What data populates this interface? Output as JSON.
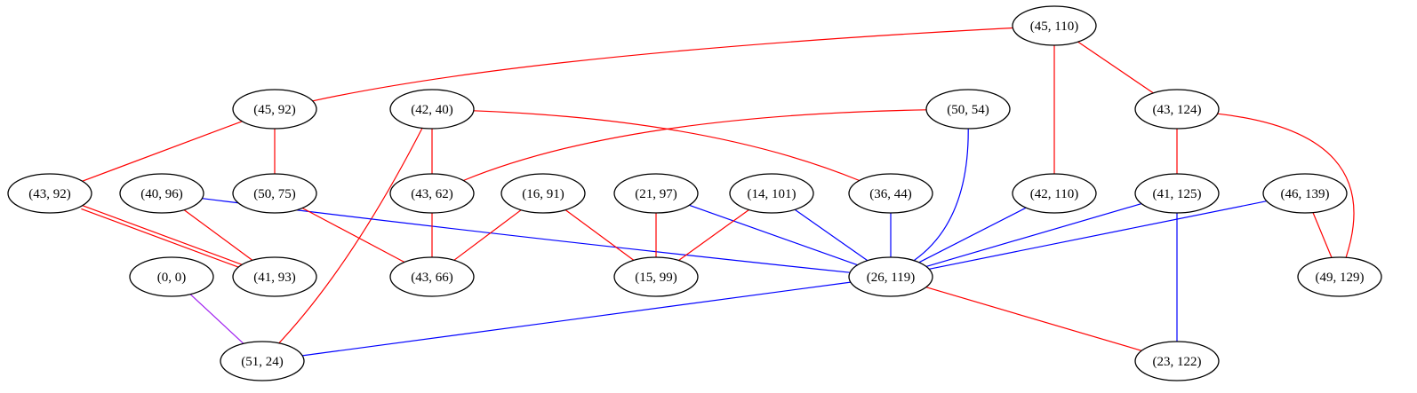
{
  "graph": {
    "nodes": [
      {
        "id": "n45_110",
        "label": "(45, 110)"
      },
      {
        "id": "n45_92",
        "label": "(45, 92)"
      },
      {
        "id": "n42_40",
        "label": "(42, 40)"
      },
      {
        "id": "n50_54",
        "label": "(50, 54)"
      },
      {
        "id": "n43_124",
        "label": "(43, 124)"
      },
      {
        "id": "n43_92",
        "label": "(43, 92)"
      },
      {
        "id": "n40_96",
        "label": "(40, 96)"
      },
      {
        "id": "n50_75",
        "label": "(50, 75)"
      },
      {
        "id": "n43_62",
        "label": "(43, 62)"
      },
      {
        "id": "n16_91",
        "label": "(16, 91)"
      },
      {
        "id": "n21_97",
        "label": "(21, 97)"
      },
      {
        "id": "n14_101",
        "label": "(14, 101)"
      },
      {
        "id": "n36_44",
        "label": "(36, 44)"
      },
      {
        "id": "n42_110",
        "label": "(42, 110)"
      },
      {
        "id": "n41_125",
        "label": "(41, 125)"
      },
      {
        "id": "n46_139",
        "label": "(46, 139)"
      },
      {
        "id": "n0_0",
        "label": "(0, 0)"
      },
      {
        "id": "n41_93",
        "label": "(41, 93)"
      },
      {
        "id": "n43_66",
        "label": "(43, 66)"
      },
      {
        "id": "n15_99",
        "label": "(15, 99)"
      },
      {
        "id": "n26_119",
        "label": "(26, 119)"
      },
      {
        "id": "n49_129",
        "label": "(49, 129)"
      },
      {
        "id": "n51_24",
        "label": "(51, 24)"
      },
      {
        "id": "n23_122",
        "label": "(23, 122)"
      }
    ],
    "edges": [
      {
        "from": "n45_110",
        "to": "n45_92",
        "color": "#ff0000"
      },
      {
        "from": "n45_110",
        "to": "n42_110",
        "color": "#ff0000"
      },
      {
        "from": "n45_110",
        "to": "n43_124",
        "color": "#ff0000"
      },
      {
        "from": "n45_92",
        "to": "n43_92",
        "color": "#ff0000"
      },
      {
        "from": "n45_92",
        "to": "n50_75",
        "color": "#ff0000"
      },
      {
        "from": "n42_40",
        "to": "n43_62",
        "color": "#ff0000"
      },
      {
        "from": "n42_40",
        "to": "n36_44",
        "color": "#ff0000"
      },
      {
        "from": "n42_40",
        "to": "n51_24",
        "color": "#ff0000"
      },
      {
        "from": "n50_54",
        "to": "n43_62",
        "color": "#ff0000"
      },
      {
        "from": "n50_54",
        "to": "n26_119",
        "color": "#0000ff"
      },
      {
        "from": "n43_124",
        "to": "n41_125",
        "color": "#ff0000"
      },
      {
        "from": "n43_124",
        "to": "n49_129",
        "color": "#ff0000"
      },
      {
        "from": "n43_92",
        "to": "n41_93",
        "color": "#ff0000"
      },
      {
        "from": "n43_92",
        "to": "n41_93",
        "color": "#ff0000"
      },
      {
        "from": "n40_96",
        "to": "n41_93",
        "color": "#ff0000"
      },
      {
        "from": "n40_96",
        "to": "n26_119",
        "color": "#0000ff"
      },
      {
        "from": "n50_75",
        "to": "n43_66",
        "color": "#ff0000"
      },
      {
        "from": "n43_62",
        "to": "n43_66",
        "color": "#ff0000"
      },
      {
        "from": "n16_91",
        "to": "n43_66",
        "color": "#ff0000"
      },
      {
        "from": "n16_91",
        "to": "n15_99",
        "color": "#ff0000"
      },
      {
        "from": "n21_97",
        "to": "n15_99",
        "color": "#ff0000"
      },
      {
        "from": "n21_97",
        "to": "n26_119",
        "color": "#0000ff"
      },
      {
        "from": "n14_101",
        "to": "n15_99",
        "color": "#ff0000"
      },
      {
        "from": "n14_101",
        "to": "n26_119",
        "color": "#0000ff"
      },
      {
        "from": "n36_44",
        "to": "n26_119",
        "color": "#0000ff"
      },
      {
        "from": "n42_110",
        "to": "n26_119",
        "color": "#0000ff"
      },
      {
        "from": "n41_125",
        "to": "n26_119",
        "color": "#0000ff"
      },
      {
        "from": "n41_125",
        "to": "n23_122",
        "color": "#0000ff"
      },
      {
        "from": "n46_139",
        "to": "n26_119",
        "color": "#0000ff"
      },
      {
        "from": "n46_139",
        "to": "n49_129",
        "color": "#ff0000"
      },
      {
        "from": "n0_0",
        "to": "n51_24",
        "color": "#a020f0"
      },
      {
        "from": "n26_119",
        "to": "n51_24",
        "color": "#0000ff"
      },
      {
        "from": "n26_119",
        "to": "n23_122",
        "color": "#ff0000"
      }
    ]
  }
}
